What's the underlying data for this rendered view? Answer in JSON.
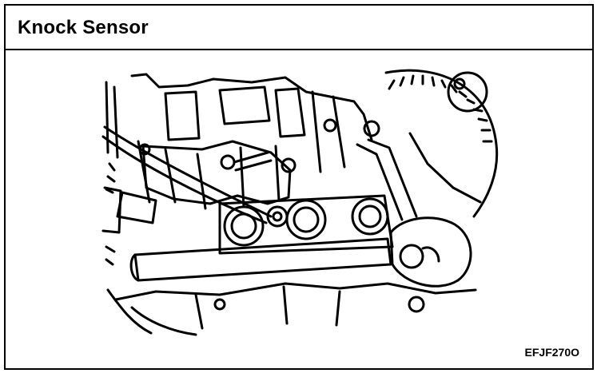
{
  "document": {
    "title": "Knock Sensor",
    "figure_code": "EFJF270O"
  },
  "illustration": {
    "subject": "engine-block-knock-sensor-location-drawing"
  }
}
